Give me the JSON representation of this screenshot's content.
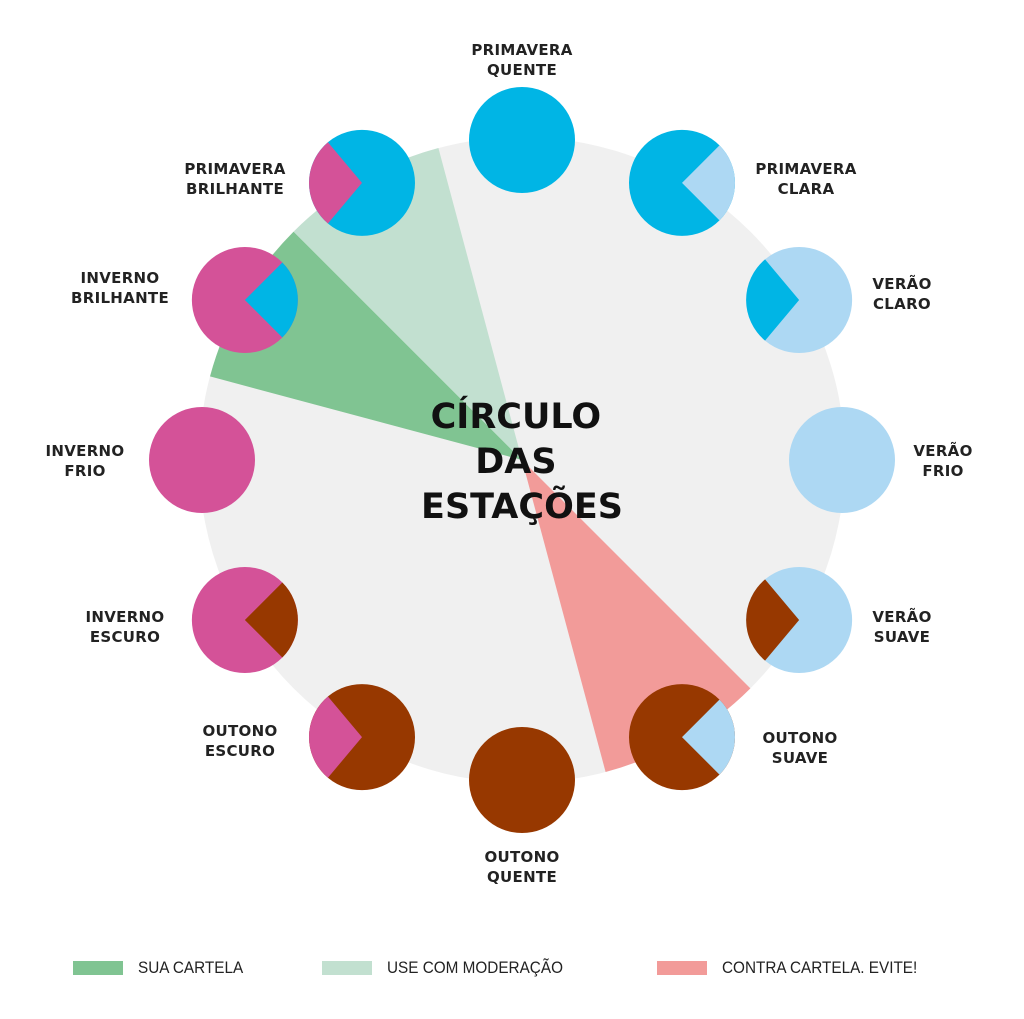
{
  "title": [
    "CÍRCULO",
    "DAS",
    "ESTAÇÕES"
  ],
  "colors": {
    "background_circle": "#F0F0F0",
    "blue": "#00B5E5",
    "light_blue": "#ADD8F3",
    "pink": "#D45298",
    "brown": "#973800",
    "sua_cartela": "#80C492",
    "moderacao": "#C2E0D0",
    "contra": "#F29B99"
  },
  "seasons": [
    {
      "lines": [
        "PRIMAVERA",
        "QUENTE"
      ],
      "main": "blue",
      "accent": null,
      "accent_side": null
    },
    {
      "lines": [
        "PRIMAVERA",
        "CLARA"
      ],
      "main": "blue",
      "accent": "light_blue",
      "accent_side": "right"
    },
    {
      "lines": [
        "VERÃO",
        "CLARO"
      ],
      "main": "light_blue",
      "accent": "blue",
      "accent_side": "left"
    },
    {
      "lines": [
        "VERÃO",
        "FRIO"
      ],
      "main": "light_blue",
      "accent": null,
      "accent_side": null
    },
    {
      "lines": [
        "VERÃO",
        "SUAVE"
      ],
      "main": "light_blue",
      "accent": "brown",
      "accent_side": "left"
    },
    {
      "lines": [
        "OUTONO",
        "SUAVE"
      ],
      "main": "brown",
      "accent": "light_blue",
      "accent_side": "right"
    },
    {
      "lines": [
        "OUTONO",
        "QUENTE"
      ],
      "main": "brown",
      "accent": null,
      "accent_side": null
    },
    {
      "lines": [
        "OUTONO",
        "ESCURO"
      ],
      "main": "brown",
      "accent": "pink",
      "accent_side": "left"
    },
    {
      "lines": [
        "INVERNO",
        "ESCURO"
      ],
      "main": "pink",
      "accent": "brown",
      "accent_side": "right"
    },
    {
      "lines": [
        "INVERNO",
        "FRIO"
      ],
      "main": "pink",
      "accent": null,
      "accent_side": null
    },
    {
      "lines": [
        "INVERNO",
        "BRILHANTE"
      ],
      "main": "pink",
      "accent": "blue",
      "accent_side": "right"
    },
    {
      "lines": [
        "PRIMAVERA",
        "BRILHANTE"
      ],
      "main": "blue",
      "accent": "pink",
      "accent_side": "left"
    }
  ],
  "highlights": [
    {
      "kind": "sua_cartela",
      "between": [
        "INVERNO BRILHANTE"
      ]
    },
    {
      "kind": "moderacao",
      "between": [
        "PRIMAVERA BRILHANTE"
      ]
    },
    {
      "kind": "contra",
      "between": [
        "OUTONO SUAVE"
      ]
    }
  ],
  "legend": [
    {
      "key": "sua_cartela",
      "label": "SUA CARTELA"
    },
    {
      "key": "moderacao",
      "label": "USE COM MODERAÇÃO"
    },
    {
      "key": "contra",
      "label": "CONTRA CARTELA. EVITE!"
    }
  ]
}
